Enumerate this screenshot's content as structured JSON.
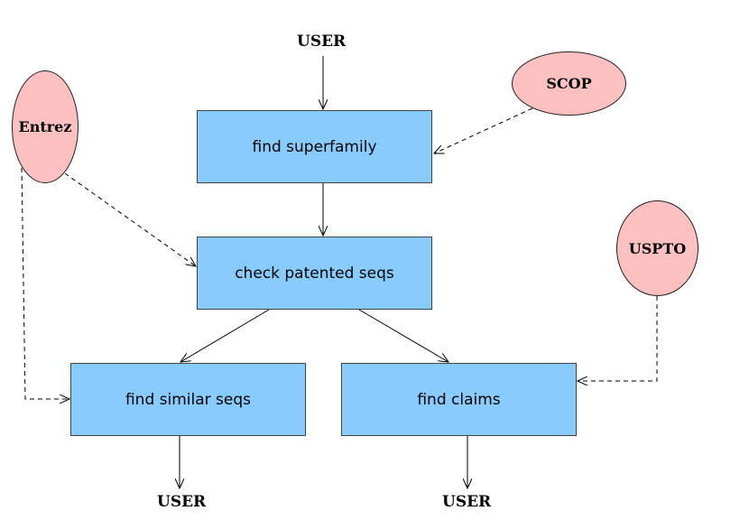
{
  "diagram": {
    "user_top": "USER",
    "user_bottom_left": "USER",
    "user_bottom_right": "USER",
    "boxes": {
      "find_superfamily": "find superfamily",
      "check_patented": "check patented seqs",
      "find_similar": "find similar seqs",
      "find_claims": "find claims"
    },
    "sources": {
      "entrez": "Entrez",
      "scop": "SCOP",
      "uspto": "USPTO"
    },
    "colors": {
      "box_fill": "#87ccfc",
      "source_fill": "#fcc0c0"
    }
  }
}
